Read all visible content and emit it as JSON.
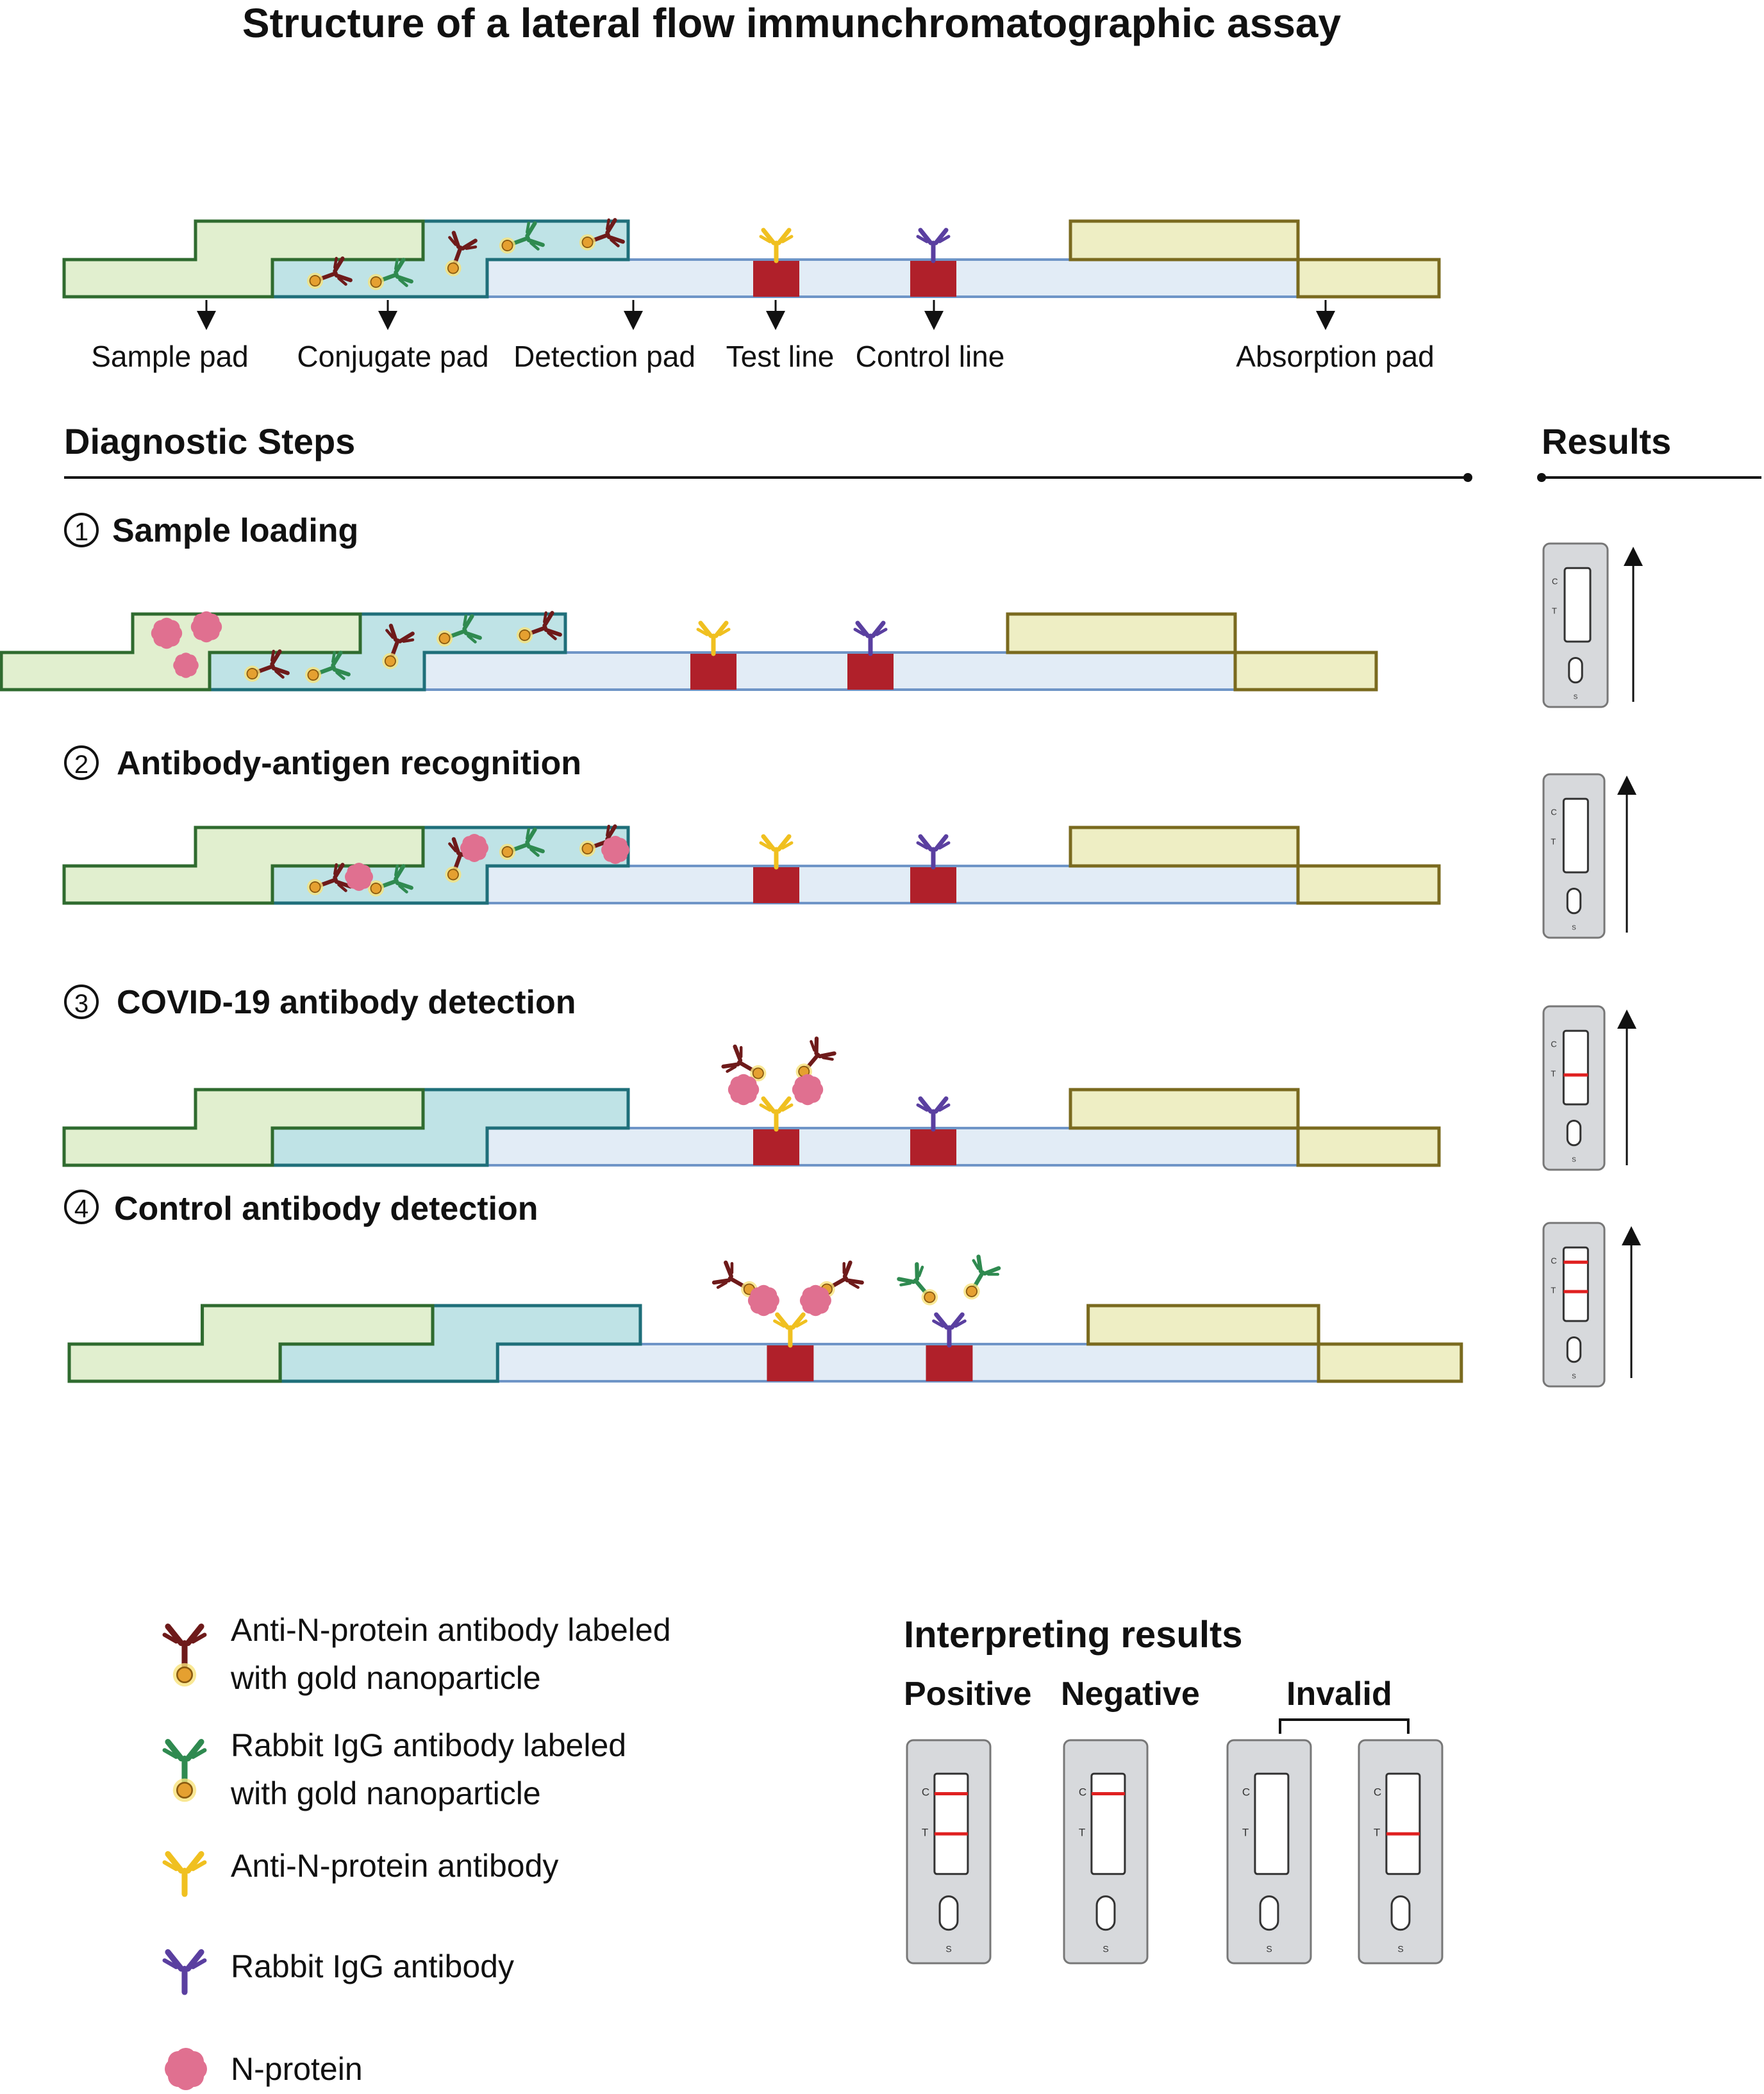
{
  "title": "Structure of a lateral flow immunchromatographic assay",
  "strip_labels": {
    "sample_pad": "Sample pad",
    "conjugate_pad": "Conjugate pad",
    "detection_pad": "Detection pad",
    "test_line": "Test line",
    "control_line": "Control line",
    "absorption_pad": "Absorption pad"
  },
  "sections": {
    "steps_heading": "Diagnostic Steps",
    "results_heading": "Results"
  },
  "steps": [
    {
      "number": "1",
      "label": "Sample loading"
    },
    {
      "number": "2",
      "label": "Antibody-antigen recognition"
    },
    {
      "number": "3",
      "label": "COVID-19 antibody detection"
    },
    {
      "number": "4",
      "label": "Control antibody detection"
    }
  ],
  "cassette_marks": {
    "c": "C",
    "t": "T",
    "s": "S"
  },
  "legend": [
    {
      "line1": "Anti-N-protein antibody labeled",
      "line2": "with gold nanoparticle",
      "icon": "gold-labeled-anti-n-antibody-icon"
    },
    {
      "line1": "Rabbit IgG antibody labeled",
      "line2": "with gold nanoparticle",
      "icon": "gold-labeled-rabbit-igg-icon"
    },
    {
      "line1": "Anti-N-protein antibody",
      "line2": "",
      "icon": "anti-n-antibody-icon"
    },
    {
      "line1": "Rabbit IgG antibody",
      "line2": "",
      "icon": "rabbit-igg-antibody-icon"
    },
    {
      "line1": "N-protein",
      "line2": "",
      "icon": "n-protein-icon"
    }
  ],
  "interpreting": {
    "heading": "Interpreting results",
    "positive": "Positive",
    "negative": "Negative",
    "invalid": "Invalid"
  },
  "colors": {
    "sample_pad": "#e1efcf",
    "sample_border": "#2f6b2f",
    "conjugate_pad": "#bfe3e6",
    "conjugate_border": "#1f6f7a",
    "detection_pad": "#e2ecf6",
    "detection_border": "#6f95c7",
    "absorption_pad": "#eeeec4",
    "absorption_border": "#7a6a1f",
    "line_block": "#b0202a",
    "anti_n_conjugate": "#6e1a1a",
    "rabbit_conjugate": "#2f8a50",
    "anti_n_capture": "#f0c020",
    "rabbit_capture": "#5a3fa0",
    "gold": "#e5a030",
    "n_protein": "#e07090",
    "result_line": "#e02020"
  }
}
